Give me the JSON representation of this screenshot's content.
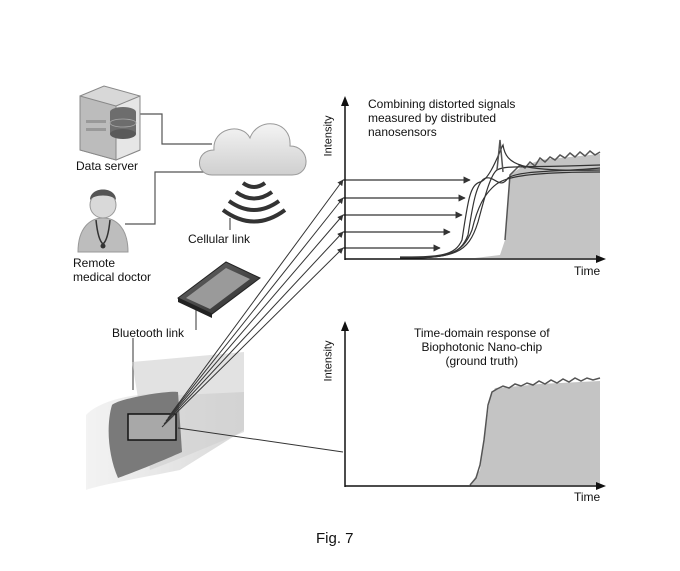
{
  "labels": {
    "data_server": "Data server",
    "cellular_link": "Cellular link",
    "remote_doctor": "Remote\nmedical doctor",
    "bluetooth_link": "Bluetooth link",
    "fig_caption": "Fig. 7"
  },
  "top_chart": {
    "title": "Combining distorted signals\nmeasured by distributed\nnanosensors",
    "ylabel": "Intensity",
    "xlabel": "Time"
  },
  "bottom_chart": {
    "title": "Time-domain response of\nBiophotonic Nano-chip\n(ground truth)",
    "ylabel": "Intensity",
    "xlabel": "Time"
  },
  "icons": [
    "server-icon",
    "cloud-icon",
    "wireless-signal-icon",
    "doctor-icon",
    "smartphone-icon",
    "wrist-band-icon"
  ],
  "colors": {
    "line": "#333333",
    "fill": "#bdbdbd",
    "background": "#ffffff"
  }
}
